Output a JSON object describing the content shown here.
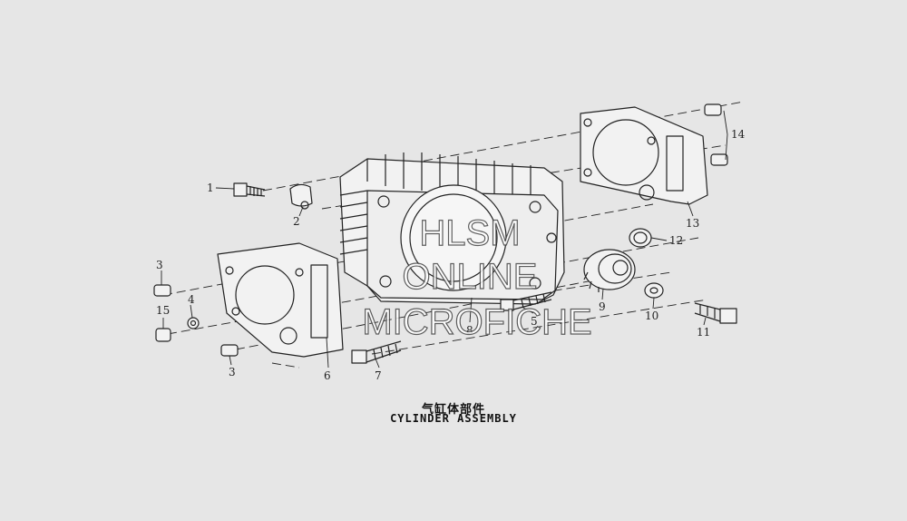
{
  "labels": {
    "p1": "1",
    "p2": "2",
    "p3a": "3",
    "p3b": "3",
    "p4": "4",
    "p5": "5",
    "p6": "6",
    "p7": "7",
    "p8": "8",
    "p9": "9",
    "p10": "10",
    "p11": "11",
    "p12": "12",
    "p13": "13",
    "p14": "14",
    "p15": "15"
  },
  "caption": {
    "chinese": "气缸体部件",
    "english": "CYLINDER ASSEMBLY"
  },
  "watermark": {
    "line1": "HLSM",
    "line2": "ONLINE",
    "line3": "MICROFICHE"
  },
  "colors": {
    "background": "#e6e6e6",
    "line": "#222222"
  }
}
